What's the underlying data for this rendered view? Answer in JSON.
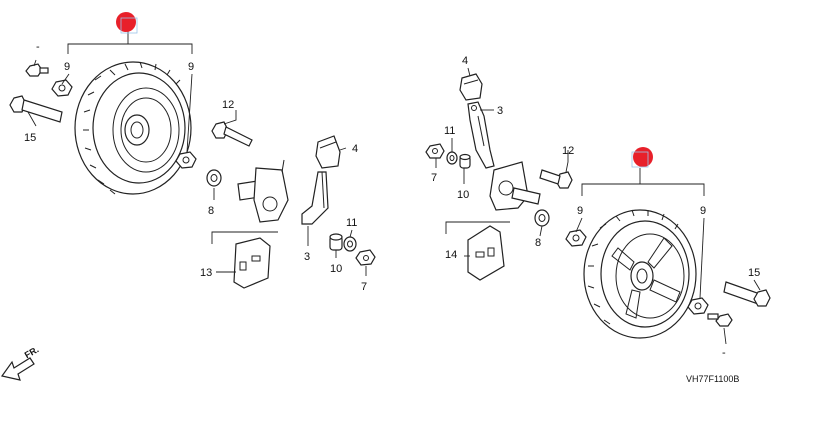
{
  "diagram_code": "VH77F1100B",
  "front_arrow_label": "FR.",
  "left_assembly": {
    "labels": {
      "dash_top": "-",
      "nut_left": "9",
      "nut_right": "9",
      "bolt_15": "15",
      "bolt_12": "12",
      "washer_8": "8",
      "cap_4": "4",
      "bracket_3": "3",
      "collar_11": "11",
      "collar_10": "10",
      "nut_7": "7",
      "plate_13": "13"
    }
  },
  "right_assembly": {
    "labels": {
      "cap_4": "4",
      "bracket_3": "3",
      "collar_11": "11",
      "nut_7": "7",
      "collar_10": "10",
      "bolt_12": "12",
      "nut_left": "9",
      "nut_right": "9",
      "washer_8": "8",
      "plate_14": "14",
      "bolt_15": "15",
      "dash_bottom": "-"
    }
  },
  "markers": {
    "color": "#e8202a"
  }
}
